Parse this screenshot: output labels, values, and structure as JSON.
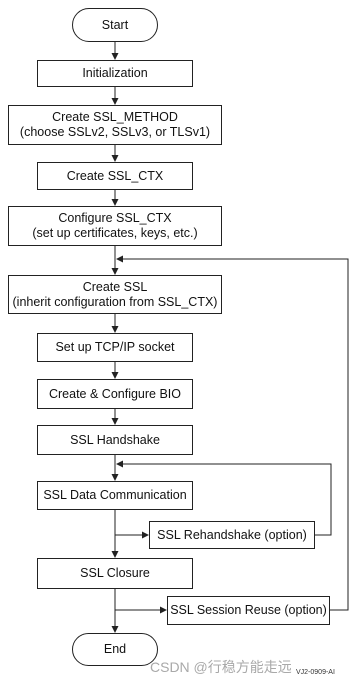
{
  "flow": {
    "start": "Start",
    "init": "Initialization",
    "method": {
      "line1": "Create SSL_METHOD",
      "line2": "(choose SSLv2, SSLv3, or TLSv1)"
    },
    "ctx": "Create SSL_CTX",
    "config_ctx": {
      "line1": "Configure SSL_CTX",
      "line2": "(set up certificates, keys, etc.)"
    },
    "create_ssl": {
      "line1": "Create SSL",
      "line2": "(inherit configuration from SSL_CTX)"
    },
    "socket": "Set up TCP/IP socket",
    "bio": "Create & Configure BIO",
    "handshake": "SSL Handshake",
    "data": "SSL Data Communication",
    "rehandshake": "SSL Rehandshake (option)",
    "closure": "SSL Closure",
    "reuse": "SSL Session Reuse (option)",
    "end": "End"
  },
  "figure_code": "VJ2-0909-AI",
  "watermark": "CSDN @行稳方能走远",
  "colors": {
    "stroke": "#222222",
    "text": "#111111",
    "watermark": "#a9a9a9"
  }
}
